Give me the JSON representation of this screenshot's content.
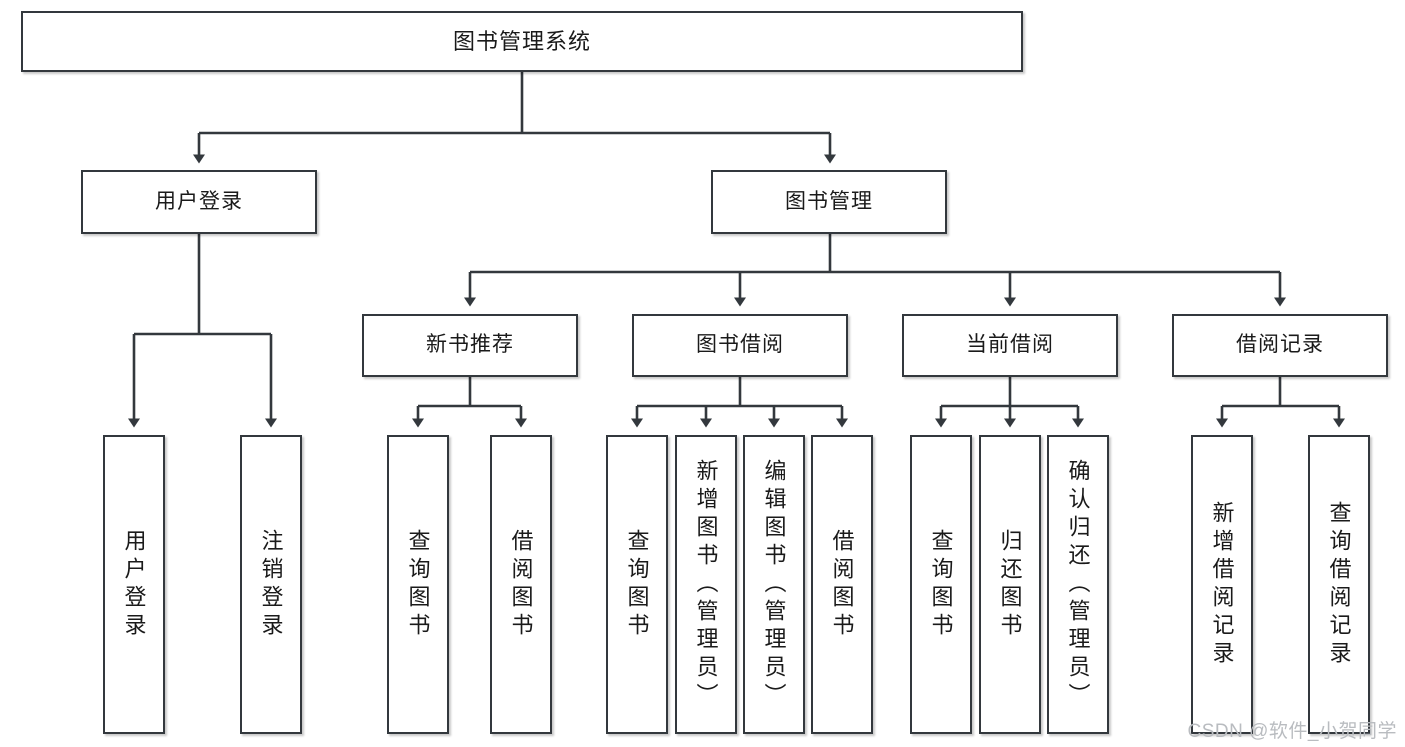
{
  "diagram": {
    "title_node": {
      "label": "图书管理系统"
    },
    "level2": [
      {
        "id": "user-login",
        "label": "用户登录"
      },
      {
        "id": "book-manage",
        "label": "图书管理"
      }
    ],
    "level3": [
      {
        "id": "new-book-rec",
        "label": "新书推荐"
      },
      {
        "id": "book-borrow",
        "label": "图书借阅"
      },
      {
        "id": "current-borrow",
        "label": "当前借阅"
      },
      {
        "id": "borrow-record",
        "label": "借阅记录"
      }
    ],
    "leaves": [
      {
        "id": "leaf-user-login",
        "label": "用户登录",
        "parent": "user-login"
      },
      {
        "id": "leaf-logout",
        "label": "注销登录",
        "parent": "user-login"
      },
      {
        "id": "leaf-query-book-1",
        "label": "查询图书",
        "parent": "new-book-rec"
      },
      {
        "id": "leaf-borrow-book-1",
        "label": "借阅图书",
        "parent": "new-book-rec"
      },
      {
        "id": "leaf-query-book-2",
        "label": "查询图书",
        "parent": "book-borrow"
      },
      {
        "id": "leaf-add-book",
        "label": "新增图书（管理员）",
        "parent": "book-borrow"
      },
      {
        "id": "leaf-edit-book",
        "label": "编辑图书（管理员）",
        "parent": "book-borrow"
      },
      {
        "id": "leaf-borrow-book-2",
        "label": "借阅图书",
        "parent": "book-borrow"
      },
      {
        "id": "leaf-query-book-3",
        "label": "查询图书",
        "parent": "current-borrow"
      },
      {
        "id": "leaf-return-book",
        "label": "归还图书",
        "parent": "current-borrow"
      },
      {
        "id": "leaf-confirm-return",
        "label": "确认归还（管理员）",
        "parent": "current-borrow"
      },
      {
        "id": "leaf-add-record",
        "label": "新增借阅记录",
        "parent": "borrow-record"
      },
      {
        "id": "leaf-query-record",
        "label": "查询借阅记录",
        "parent": "borrow-record"
      }
    ],
    "watermark": "CSDN @软件_小贺同学"
  }
}
